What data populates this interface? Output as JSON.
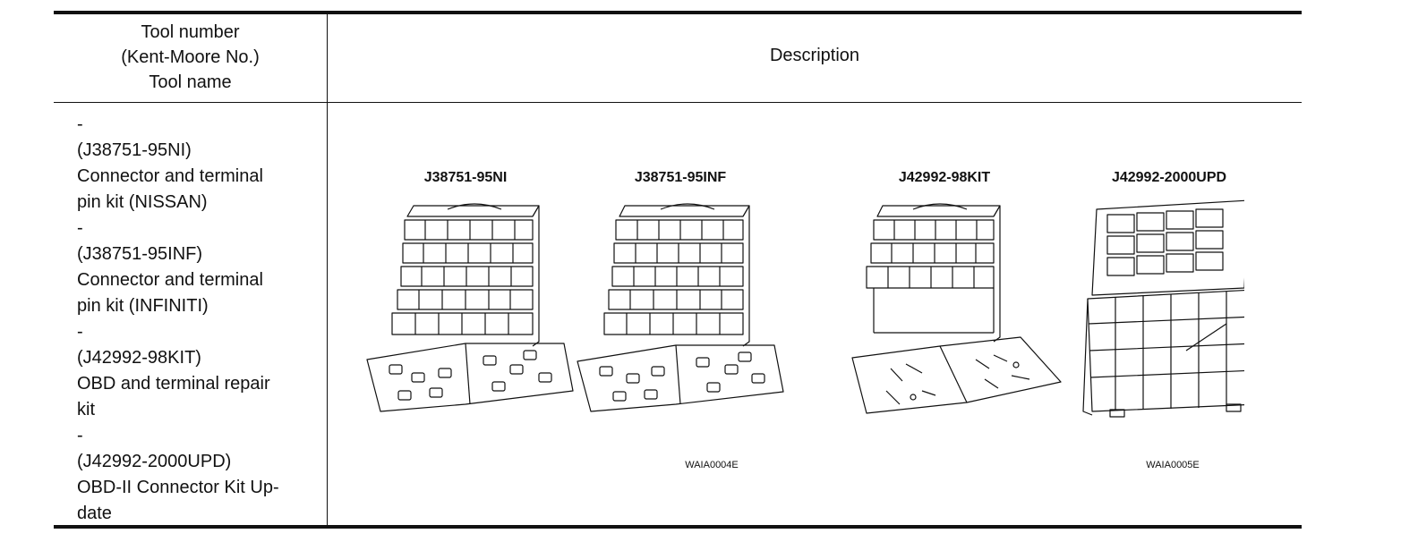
{
  "header": {
    "tool_col_lines": [
      "Tool number",
      "(Kent-Moore No.)",
      "Tool name"
    ],
    "description_label": "Description"
  },
  "tools": {
    "lines": [
      "-",
      "(J38751-95NI)",
      "Connector and terminal",
      "pin kit (NISSAN)",
      "-",
      "(J38751-95INF)",
      "Connector and terminal",
      "pin kit (INFINITI)",
      "-",
      "(J42992-98KIT)",
      "OBD and terminal repair",
      "kit",
      "-",
      "(J42992-2000UPD)",
      "OBD-II Connector Kit Up-",
      "date"
    ]
  },
  "illustration": {
    "kit_labels": [
      "J38751-95NI",
      "J38751-95INF",
      "J42992-98KIT",
      "J42992-2000UPD"
    ],
    "figure_codes": [
      "WAIA0004E",
      "WAIA0005E"
    ]
  },
  "colors": {
    "ink": "#111111",
    "background": "#ffffff"
  }
}
